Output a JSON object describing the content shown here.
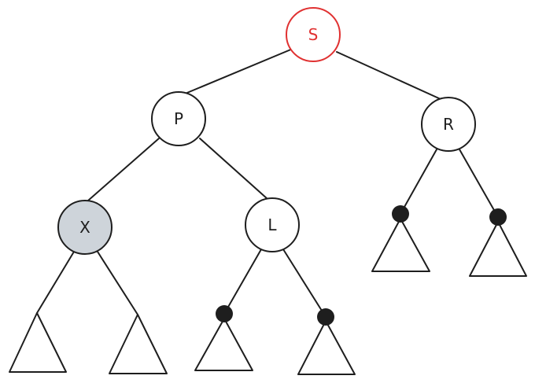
{
  "colors": {
    "stroke": "#1e1e1e",
    "highlight_node": "#e03131",
    "shaded_node_fill": "#ced4da",
    "background": "#ffffff"
  },
  "nodes": [
    {
      "id": "S",
      "label": "S",
      "style": "red-outline"
    },
    {
      "id": "P",
      "label": "P",
      "style": "plain"
    },
    {
      "id": "R",
      "label": "R",
      "style": "plain"
    },
    {
      "id": "X",
      "label": "X",
      "style": "shaded"
    },
    {
      "id": "L",
      "label": "L",
      "style": "plain"
    }
  ],
  "edges": [
    [
      "S",
      "P"
    ],
    [
      "S",
      "R"
    ],
    [
      "P",
      "X"
    ],
    [
      "P",
      "L"
    ]
  ],
  "leaves": [
    {
      "parent": "X",
      "kind": "subtree",
      "marker": false
    },
    {
      "parent": "X",
      "kind": "subtree",
      "marker": false
    },
    {
      "parent": "L",
      "kind": "subtree",
      "marker": true
    },
    {
      "parent": "L",
      "kind": "subtree",
      "marker": true
    },
    {
      "parent": "R",
      "kind": "subtree",
      "marker": true
    },
    {
      "parent": "R",
      "kind": "subtree",
      "marker": true
    }
  ]
}
